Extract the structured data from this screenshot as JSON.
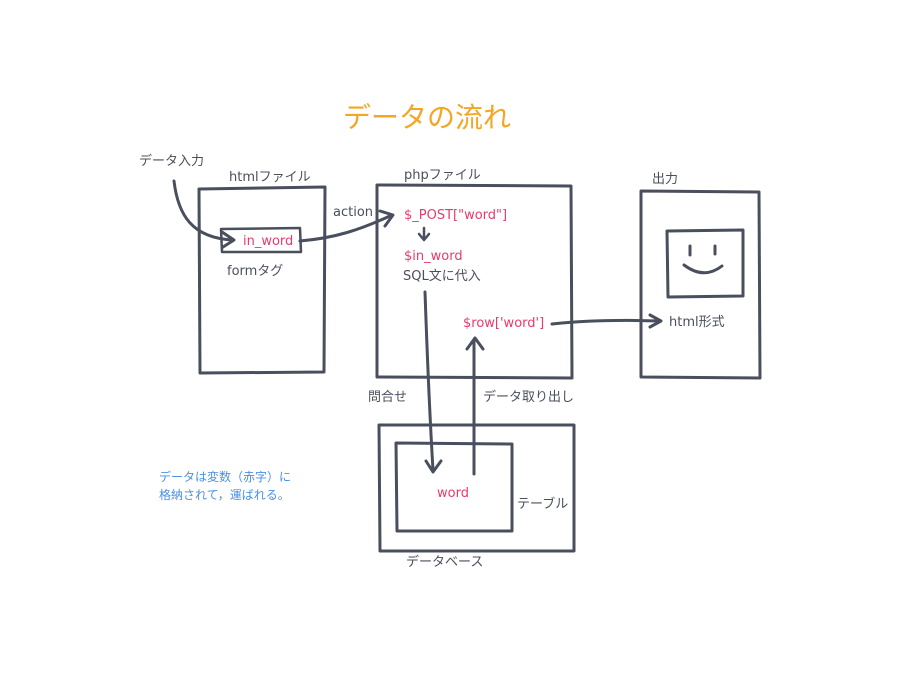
{
  "title": "データの流れ",
  "input_label": "データ入力",
  "html_file": {
    "label": "htmlファイル",
    "field": "in_word",
    "form_label": "formタグ"
  },
  "action_label": "action",
  "php_file": {
    "label": "phpファイル",
    "post": "$_POST[\"word\"]",
    "in_word": "$in_word",
    "sql": "SQL文に代入",
    "row": "$row['word']"
  },
  "output": {
    "label": "出力",
    "html_format": "html形式"
  },
  "query_label": "問合せ",
  "fetch_label": "データ取り出し",
  "database": {
    "label": "データベース",
    "table_label": "テーブル",
    "column": "word"
  },
  "note_line1": "データは変数（赤字）に",
  "note_line2": "格納されて，運ばれる。",
  "colors": {
    "title": "#f5a623",
    "variable": "#e83a6d",
    "note": "#4a90e2",
    "stroke": "#4a4f5e"
  }
}
